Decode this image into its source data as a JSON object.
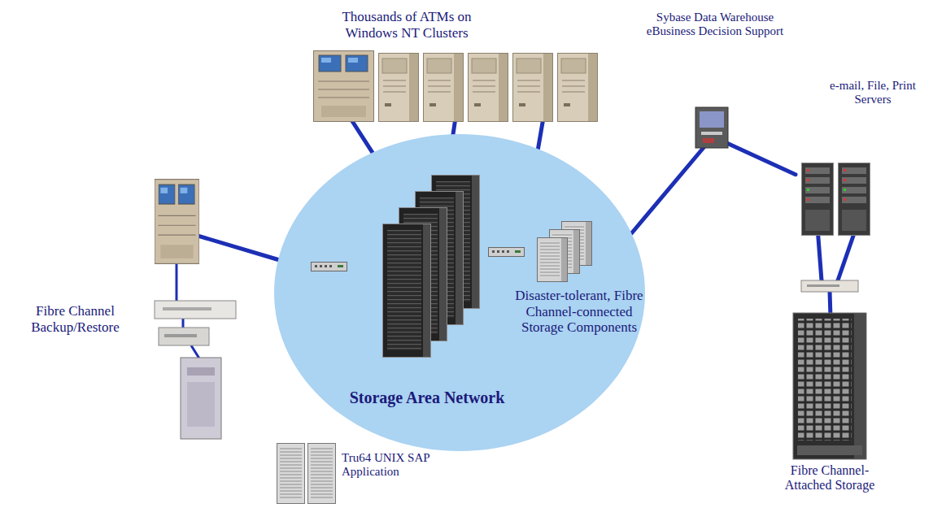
{
  "diagram": {
    "nodes": [
      {
        "text": [
          "Storage Area Network"
        ]
      },
      {
        "text": [
          "Disaster-tolerant, Fibre Channel-connected Storage Components"
        ],
        "in": 0
      },
      {
        "text": [
          "Thousands of ATMs on Windows NT Clusters"
        ]
      },
      {
        "text": [
          "Sybase Data Warehouse eBusiness Decision Support"
        ]
      },
      {
        "text": [
          "e-mail, File, Print Servers"
        ]
      },
      {
        "text": [
          "Fibre Channel- Attached Storage"
        ]
      },
      {
        "text": [
          "Fibre Channel Backup/Restore"
        ]
      },
      {
        "text": [
          "Tru64 UNIX SAP Application"
        ]
      }
    ],
    "edges": [
      {
        "from": 2,
        "to": 0,
        "arrow": "none"
      },
      {
        "from": 3,
        "to": 0,
        "arrow": "none"
      },
      {
        "from": 3,
        "to": 4,
        "arrow": "none"
      },
      {
        "from": 4,
        "to": 5,
        "arrow": "none"
      },
      {
        "from": 6,
        "to": 0,
        "arrow": "none"
      }
    ]
  }
}
